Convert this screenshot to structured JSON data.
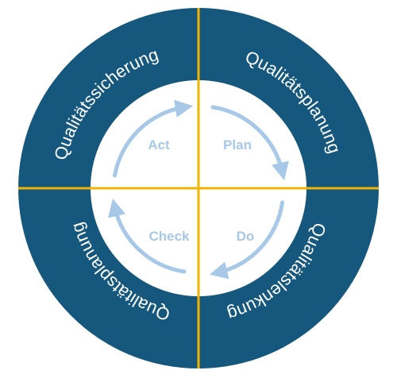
{
  "diagram": {
    "outer_labels": {
      "top_left": "Qualitätssicherung",
      "top_right": "Qualitätsplanung",
      "bottom_right": "Qualitätslenkung",
      "bottom_left": "Qualitätsplanung"
    },
    "cycle_labels": {
      "act": "Act",
      "plan": "Plan",
      "do": "Do",
      "check": "Check"
    },
    "colors": {
      "ring": "#16587d",
      "divider": "#f0b400",
      "inner": "#ffffff",
      "arrow": "#a7c8e6",
      "ring_text": "#ffffff",
      "step_text": "#a7c8e6"
    },
    "icons": {
      "cycle_arrows": "circular-arrow-icon"
    }
  }
}
